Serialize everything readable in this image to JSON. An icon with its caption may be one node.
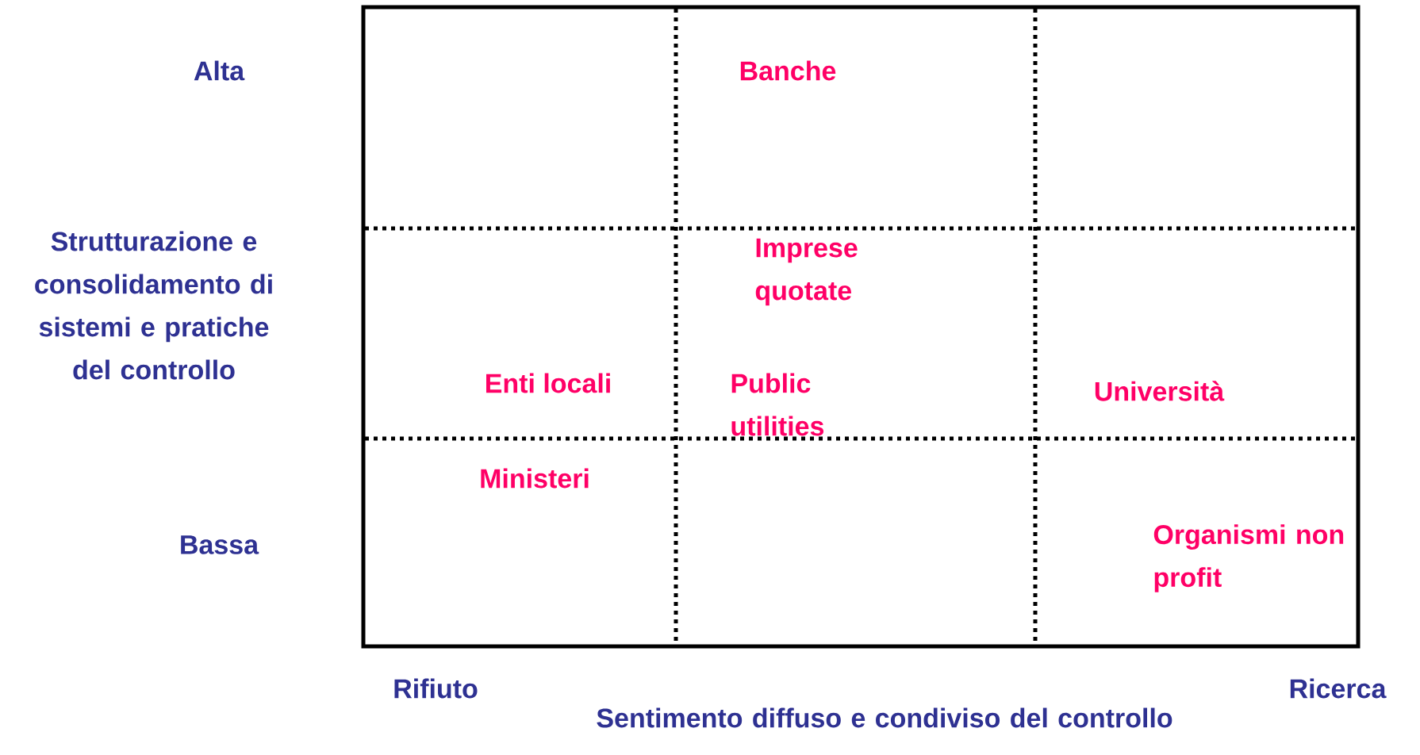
{
  "diagram": {
    "labels": [
      "Alta",
      "Banche",
      "Strutturazione e consolidamento di sistemi e pratiche del controllo",
      "Imprese quotate",
      "Enti locali",
      "Public utilities",
      "Università",
      "Ministeri",
      "Bassa",
      "Organismi non profit",
      "Rifiuto",
      "Sentimento diffuso e condiviso del controllo",
      "Ricerca"
    ]
  }
}
